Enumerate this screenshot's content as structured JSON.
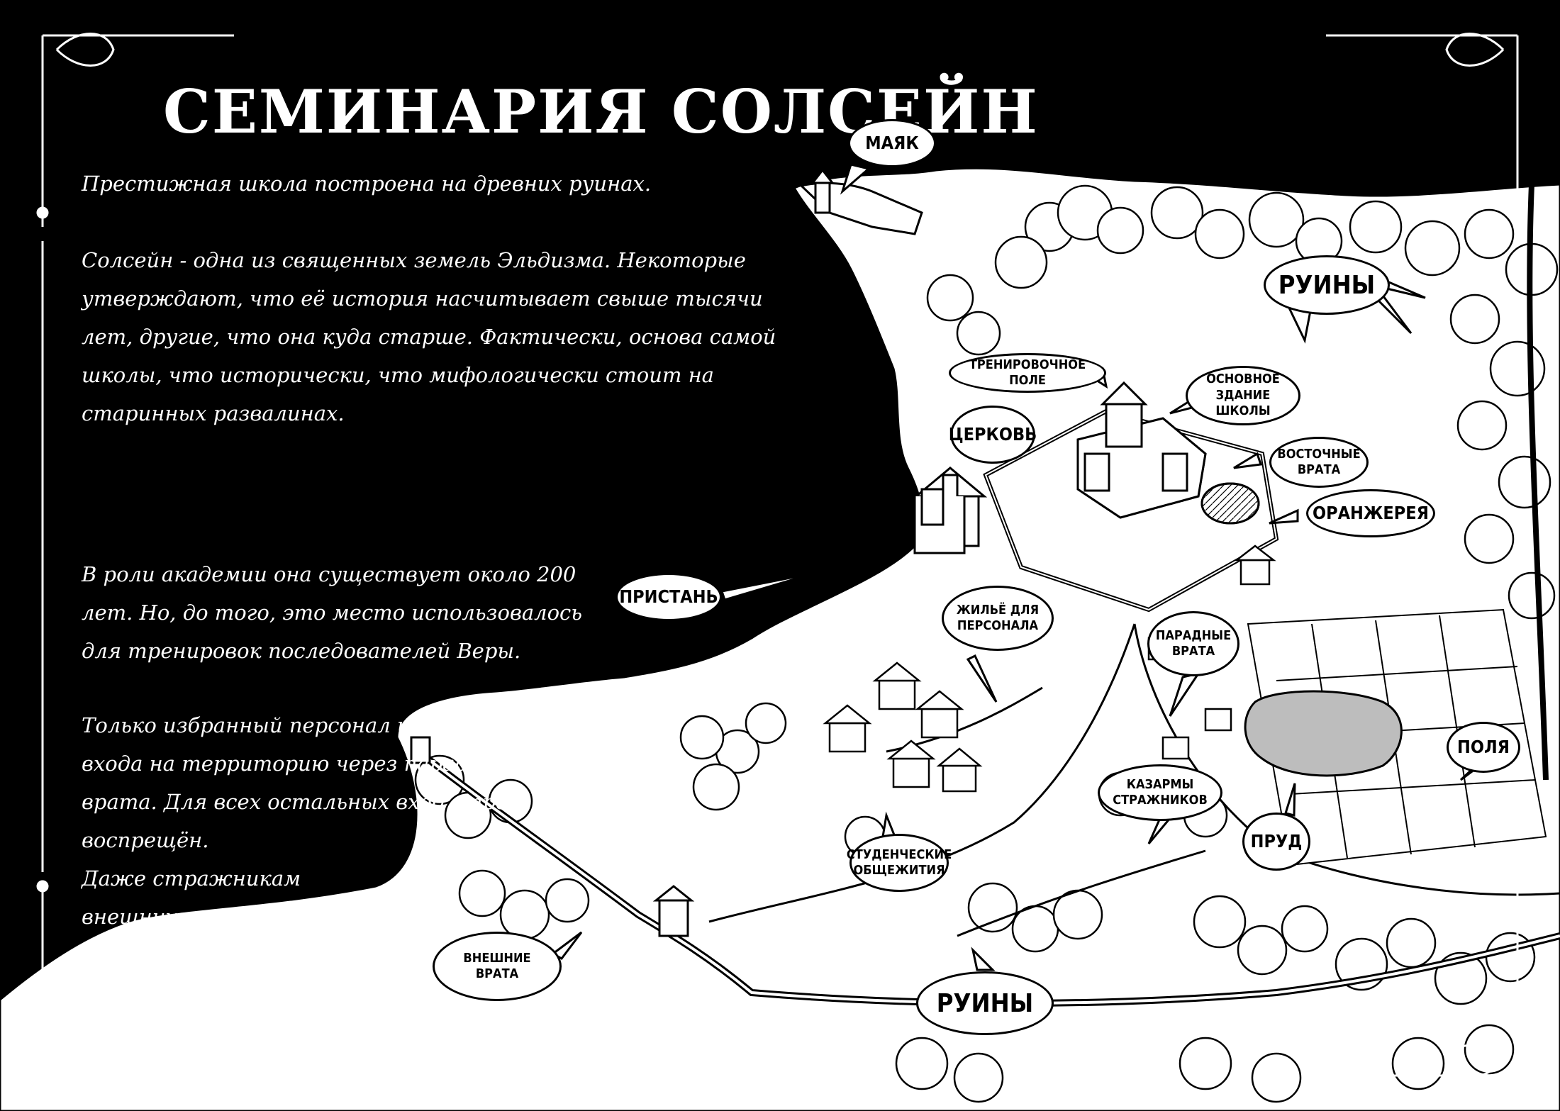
{
  "title": "СЕМИНАРИЯ СОЛСЕЙН",
  "paragraphs": {
    "p1": "Престижная школа построена на древних руинах.",
    "p2": "Солсейн - одна из священных земель Эльдизма. Некоторые утверждают, что её история насчитывает свыше тысячи лет, другие, что она куда старше. Фактически, основа самой школы, что исторически, что мифологически стоит на старинных развалинах.",
    "p3": "В роли академии она существует около 200 лет. Но, до того, это место использовалось для тренировок последователей Веры.",
    "p4": "Только избранный персонал имеет право входа на территорию через парадные врата. Для всех остальных вход строго воспрещён.",
    "p5": "Даже стражникам внешних стен запрещено входить внутрь если это не нужно для их обязательств."
  },
  "labels": {
    "lighthouse": "МАЯК",
    "ruins_top": "РУИНЫ",
    "training_field": "ТРЕНИРОВОЧНОЕ ПОЛЕ",
    "main_building": "ОСНОВНОЕ\nЗДАНИЕ ШКОЛЫ",
    "church": "ЦЕРКОВЬ",
    "east_gate": "ВОСТОЧНЫЕ\nВРАТА",
    "greenhouse": "ОРАНЖЕРЕЯ",
    "pier": "ПРИСТАНЬ",
    "staff_housing": "ЖИЛЬЁ ДЛЯ\nПЕРСОНАЛА",
    "main_gate": "ПАРАДНЫЕ\nВРАТА",
    "fields": "ПОЛЯ",
    "barracks": "КАЗАРМЫ\nСТРАЖНИКОВ",
    "pond": "ПРУД",
    "dorms": "СТУДЕНЧЕСКИЕ\nОБЩЕЖИТИЯ",
    "outer_gate": "ВНЕШНИЕ\nВРАТА",
    "ruins_bottom": "РУИНЫ"
  }
}
